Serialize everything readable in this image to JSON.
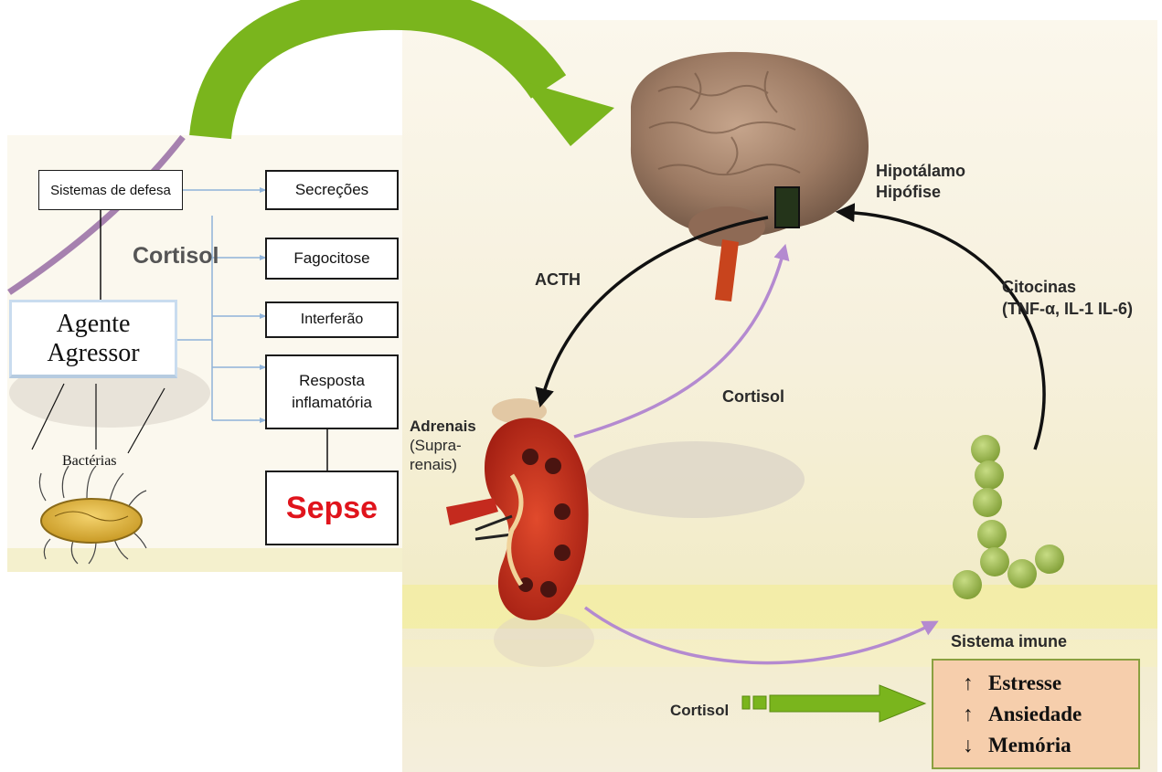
{
  "left_panel": {
    "defense_systems": "Sistemas de defesa",
    "cortisol": "Cortisol",
    "aggressor": "Agente Agressor",
    "bacteria": "Bactérias",
    "effects": [
      "Secreções",
      "Fagocitose",
      "Interferão",
      "Resposta inflamatória"
    ],
    "sepsis": "Sepse",
    "sepsis_color": "#e0141c"
  },
  "right_panel": {
    "hypothalamus": "Hipotálamo",
    "pituitary": "Hipófise",
    "acth": "ACTH",
    "cytokines": "Citocinas",
    "cytokines_list": "(TNF-α, IL-1 IL-6)",
    "cortisol_upper": "Cortisol",
    "adrenals": "Adrenais",
    "adrenals_alt_1": "(Supra-",
    "adrenals_alt_2": "renais)",
    "immune_system": "Sistema imune",
    "cortisol_lower": "Cortisol"
  },
  "results": [
    {
      "arrow": "↑",
      "label": "Estresse"
    },
    {
      "arrow": "↑",
      "label": "Ansiedade"
    },
    {
      "arrow": "↓",
      "label": "Memória"
    }
  ],
  "colors": {
    "green_arrow": "#7ab51d",
    "result_box_fill": "#f6ceac",
    "result_box_border": "#8aa040",
    "pathway_purple": "#b48ad0"
  }
}
